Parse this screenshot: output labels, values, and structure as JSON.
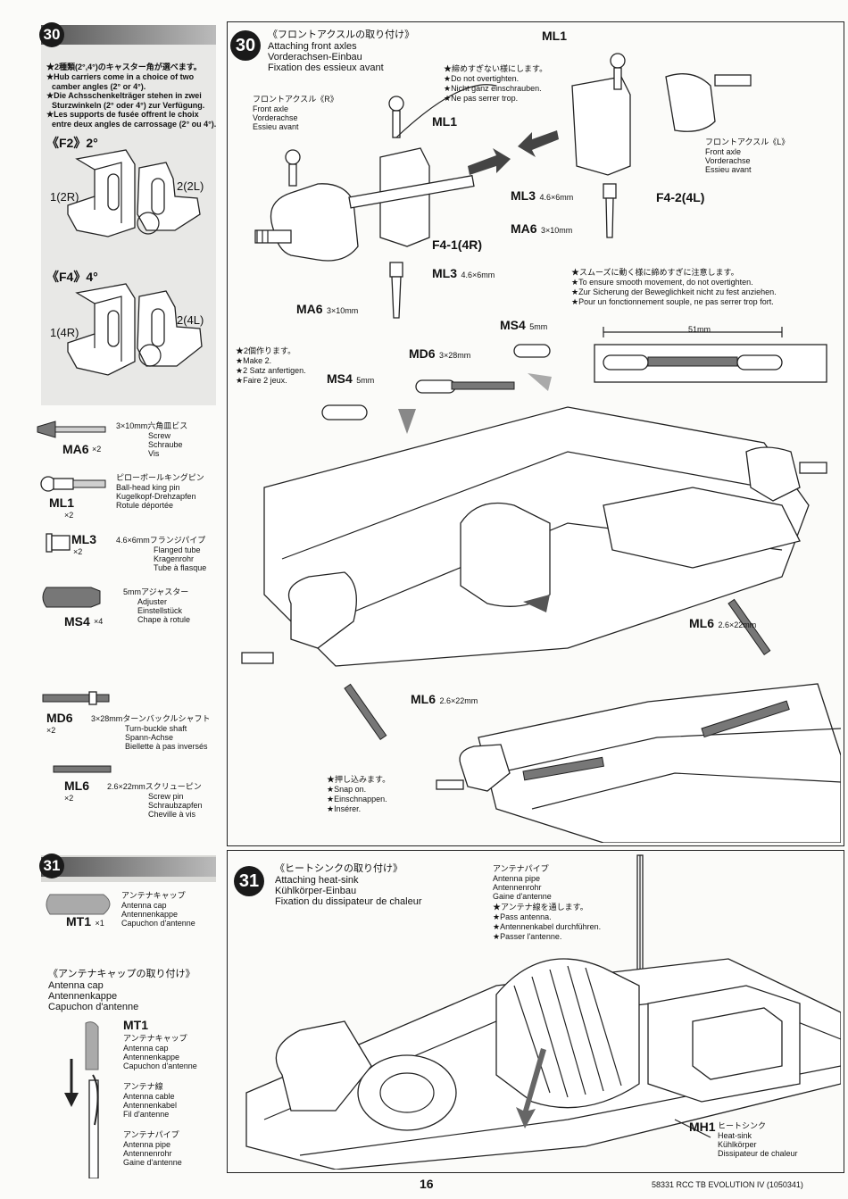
{
  "step30": {
    "number": "30",
    "title_jp": "《フロントアクスルの取り付け》",
    "title_en": "Attaching front axles",
    "title_de": "Vorderachsen-Einbau",
    "title_fr": "Fixation des essieux avant"
  },
  "camber_note": {
    "jp": "★2種類(2°,4°)のキャスター角が選べます。",
    "en1": "★Hub carriers come in a choice of two",
    "en2": "camber angles (2° or 4°).",
    "de1": "★Die Achsschenkelträger stehen in zwei",
    "de2": "Sturzwinkeln (2° oder 4°) zur Verfügung.",
    "fr1": "★Les supports de fusée offrent le choix",
    "fr2": "entre deux angles de carrossage (2° ou 4°)."
  },
  "camber_f2": {
    "label": "《F2》2°",
    "left": "1(2R)",
    "right": "2(2L)"
  },
  "camber_f4": {
    "label": "《F4》4°",
    "left": "1(4R)",
    "right": "2(4L)"
  },
  "parts30": [
    {
      "code": "MA6",
      "qty": "×2",
      "jp": "3×10mm六角皿ビス",
      "en": "Screw",
      "de": "Schraube",
      "fr": "Vis"
    },
    {
      "code": "ML1",
      "qty": "×2",
      "jp": "ピローボールキングピン",
      "en": "Ball-head king pin",
      "de": "Kugelkopf-Drehzapfen",
      "fr": "Rotule déportée"
    },
    {
      "code": "ML3",
      "qty": "×2",
      "jp": "4.6×6mmフランジパイプ",
      "en": "Flanged tube",
      "de": "Kragenrohr",
      "fr": "Tube à flasque"
    },
    {
      "code": "MS4",
      "qty": "×4",
      "jp": "5mmアジャスター",
      "en": "Adjuster",
      "de": "Einstellstück",
      "fr": "Chape à rotule"
    },
    {
      "code": "MD6",
      "qty": "×2",
      "jp": "3×28mmターンバックルシャフト",
      "en": "Turn-buckle shaft",
      "de": "Spann-Achse",
      "fr": "Biellette à pas inversés"
    },
    {
      "code": "ML6",
      "qty": "×2",
      "jp": "2.6×22mmスクリューピン",
      "en": "Screw pin",
      "de": "Schraubzapfen",
      "fr": "Cheville à vis"
    }
  ],
  "diagram30": {
    "front_axle_r_jp": "フロントアクスル《R》",
    "front_axle_r_en": "Front axle",
    "front_axle_r_de": "Vorderachse",
    "front_axle_r_fr": "Essieu avant",
    "front_axle_l_jp": "フロントアクスル《L》",
    "front_axle_l_en": "Front axle",
    "front_axle_l_de": "Vorderachse",
    "front_axle_l_fr": "Essieu avant",
    "ml1_left": "ML1",
    "ml1_right": "ML1",
    "ml3_left": "ML3",
    "ml3_left_size": "4.6×6mm",
    "ml3_right": "ML3",
    "ml3_right_size": "4.6×6mm",
    "ma6_left": "MA6",
    "ma6_left_size": "3×10mm",
    "ma6_right": "MA6",
    "ma6_right_size": "3×10mm",
    "f4_1": "F4-1(4R)",
    "f4_2": "F4-2(4L)",
    "no_overtighten": {
      "jp": "★締めすぎない様にします。",
      "en": "★Do not overtighten.",
      "de": "★Nicht ganz einschrauben.",
      "fr": "★Ne pas serrer trop."
    },
    "smooth": {
      "jp": "★スムーズに動く様に締めすぎに注意します。",
      "en": "★To ensure smooth movement, do not overtighten.",
      "de": "★Zur Sicherung der Beweglichkeit nicht zu fest anziehen.",
      "fr": "★Pour un fonctionnement souple, ne pas serrer trop fort."
    },
    "make2": {
      "jp": "★2個作ります。",
      "en": "★Make 2.",
      "de": "★2 Satz anfertigen.",
      "fr": "★Faire 2 jeux."
    },
    "ms4_top": "MS4",
    "ms4_top_size": "5mm",
    "ms4_left": "MS4",
    "ms4_left_size": "5mm",
    "md6": "MD6",
    "md6_size": "3×28mm",
    "length": "51mm",
    "ml6_right": "ML6",
    "ml6_right_size": "2.6×22mm",
    "ml6_bottom": "ML6",
    "ml6_bottom_size": "2.6×22mm",
    "snap": {
      "jp": "★押し込みます。",
      "en": "★Snap on.",
      "de": "★Einschnappen.",
      "fr": "★Insérer."
    }
  },
  "step31": {
    "number": "31",
    "title_jp": "《ヒートシンクの取り付け》",
    "title_en": "Attaching heat-sink",
    "title_de": "Kühlkörper-Einbau",
    "title_fr": "Fixation du dissipateur de chaleur"
  },
  "part31": {
    "code": "MT1",
    "qty": "×1",
    "cap_label": "MT1",
    "jp": "アンテナキャップ",
    "en": "Antenna cap",
    "de": "Antennenkappe",
    "fr": "Capuchon d'antenne"
  },
  "antenna_cap_title": {
    "jp": "《アンテナキャップの取り付け》",
    "en": "Antenna cap",
    "de": "Antennenkappe",
    "fr": "Capuchon d'antenne"
  },
  "antenna_cap_detail": {
    "mt1": "MT1",
    "cap": {
      "jp": "アンテナキャップ",
      "en": "Antenna cap",
      "de": "Antennenkappe",
      "fr": "Capuchon d'antenne"
    },
    "cable": {
      "jp": "アンテナ線",
      "en": "Antenna cable",
      "de": "Antennenkabel",
      "fr": "Fil d'antenne"
    },
    "pipe": {
      "jp": "アンテナパイプ",
      "en": "Antenna pipe",
      "de": "Antennenrohr",
      "fr": "Gaine d'antenne"
    }
  },
  "diagram31": {
    "pipe_jp": "アンテナパイプ",
    "pipe_en": "Antenna pipe",
    "pipe_de": "Antennenrohr",
    "pipe_fr": "Gaine d'antenne",
    "pass_jp": "★アンテナ線を通します。",
    "pass_en": "★Pass antenna.",
    "pass_de": "★Antennenkabel durchführen.",
    "pass_fr": "★Passer l'antenne.",
    "mh1": "MH1",
    "hs_jp": "ヒートシンク",
    "hs_en": "Heat-sink",
    "hs_de": "Kühlkörper",
    "hs_fr": "Dissipateur de chaleur"
  },
  "footer": {
    "page": "16",
    "code": "58331 RCC TB EVOLUTION IV (1050341)"
  }
}
